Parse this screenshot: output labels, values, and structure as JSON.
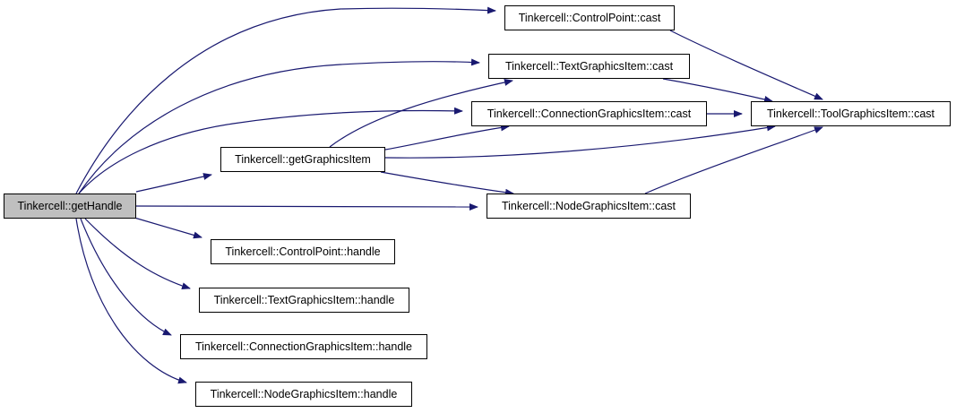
{
  "colors": {
    "edge": "#191970",
    "node_border": "#000000",
    "node_fill": "#ffffff",
    "root_fill": "#bfbfbf"
  },
  "nodes": {
    "get_handle": "Tinkercell::getHandle",
    "get_graphics_item": "Tinkercell::getGraphicsItem",
    "control_point_cast": "Tinkercell::ControlPoint::cast",
    "text_graphics_item_cast": "Tinkercell::TextGraphicsItem::cast",
    "connection_graphics_item_cast": "Tinkercell::ConnectionGraphicsItem::cast",
    "tool_graphics_item_cast": "Tinkercell::ToolGraphicsItem::cast",
    "node_graphics_item_cast": "Tinkercell::NodeGraphicsItem::cast",
    "control_point_handle": "Tinkercell::ControlPoint::handle",
    "text_graphics_item_handle": "Tinkercell::TextGraphicsItem::handle",
    "connection_graphics_item_handle": "Tinkercell::ConnectionGraphicsItem::handle",
    "node_graphics_item_handle": "Tinkercell::NodeGraphicsItem::handle"
  },
  "edges": [
    {
      "from": "get_handle",
      "to": "control_point_cast"
    },
    {
      "from": "get_handle",
      "to": "text_graphics_item_cast"
    },
    {
      "from": "get_handle",
      "to": "connection_graphics_item_cast"
    },
    {
      "from": "get_handle",
      "to": "get_graphics_item"
    },
    {
      "from": "get_handle",
      "to": "node_graphics_item_cast"
    },
    {
      "from": "get_handle",
      "to": "control_point_handle"
    },
    {
      "from": "get_handle",
      "to": "text_graphics_item_handle"
    },
    {
      "from": "get_handle",
      "to": "connection_graphics_item_handle"
    },
    {
      "from": "get_handle",
      "to": "node_graphics_item_handle"
    },
    {
      "from": "get_graphics_item",
      "to": "text_graphics_item_cast"
    },
    {
      "from": "get_graphics_item",
      "to": "connection_graphics_item_cast"
    },
    {
      "from": "get_graphics_item",
      "to": "tool_graphics_item_cast"
    },
    {
      "from": "get_graphics_item",
      "to": "node_graphics_item_cast"
    },
    {
      "from": "control_point_cast",
      "to": "tool_graphics_item_cast"
    },
    {
      "from": "text_graphics_item_cast",
      "to": "tool_graphics_item_cast"
    },
    {
      "from": "connection_graphics_item_cast",
      "to": "tool_graphics_item_cast"
    },
    {
      "from": "node_graphics_item_cast",
      "to": "tool_graphics_item_cast"
    }
  ]
}
